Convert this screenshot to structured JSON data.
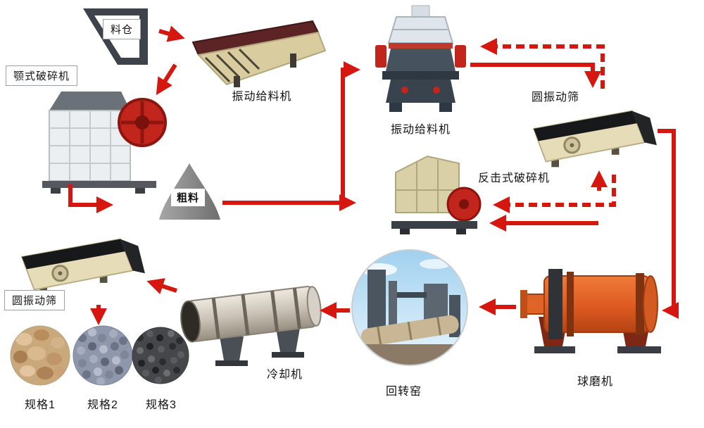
{
  "labels": {
    "silo": "料仓",
    "jaw_crusher": "颚式破碎机",
    "vibrating_feeder": "振动给料机",
    "coarse_material": "粗料",
    "cone_feeder": "振动给料机",
    "screen_right": "圆振动筛",
    "impact_crusher": "反击式破碎机",
    "ball_mill": "球磨机",
    "rotary_kiln": "回转窑",
    "cooler": "冷却机",
    "screen_left": "圆振动筛",
    "spec1": "规格1",
    "spec2": "规格2",
    "spec3": "规格3"
  },
  "colors": {
    "arrow_red": "#d6170f",
    "machine_red": "#c2251c",
    "screen_beige": "#e6dcb8",
    "ball_mill_orange": "#e06428"
  }
}
